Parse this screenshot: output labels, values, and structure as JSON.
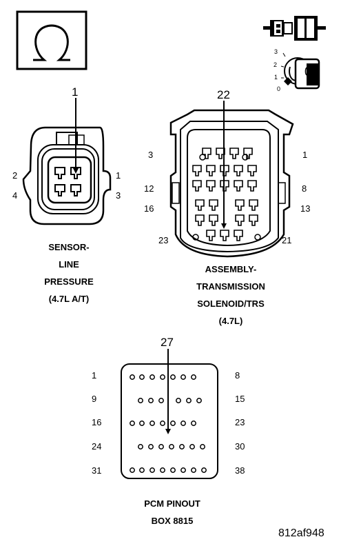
{
  "icons": {
    "ohmmeter": "ohm-symbol-icon",
    "connector_symbol": "connector-plug-icon",
    "ignition": "ignition-key-icon",
    "ignition_positions": [
      "3",
      "2",
      "1",
      "0"
    ],
    "ignition_key_label": "0"
  },
  "sensor": {
    "callout": "1",
    "pins": {
      "top_left": "2",
      "bottom_left": "4",
      "top_right": "1",
      "bottom_right": "3"
    },
    "caption": [
      "SENSOR-",
      "LINE",
      "PRESSURE",
      "(4.7L A/T)"
    ]
  },
  "solenoid": {
    "callout": "22",
    "pins": {
      "left_1": "3",
      "left_2": "12",
      "left_3": "16",
      "left_4": "23",
      "right_1": "1",
      "right_2": "8",
      "right_3": "13",
      "right_4": "21"
    },
    "caption": [
      "ASSEMBLY-",
      "TRANSMISSION",
      "SOLENOID/TRS",
      "(4.7L)"
    ]
  },
  "pcm": {
    "callout": "27",
    "rows": [
      {
        "left": "1",
        "right": "8"
      },
      {
        "left": "9",
        "right": "15"
      },
      {
        "left": "16",
        "right": "23"
      },
      {
        "left": "24",
        "right": "30"
      },
      {
        "left": "31",
        "right": "38"
      }
    ],
    "caption": [
      "PCM PINOUT",
      "BOX 8815"
    ]
  },
  "figure_id": "812af948"
}
